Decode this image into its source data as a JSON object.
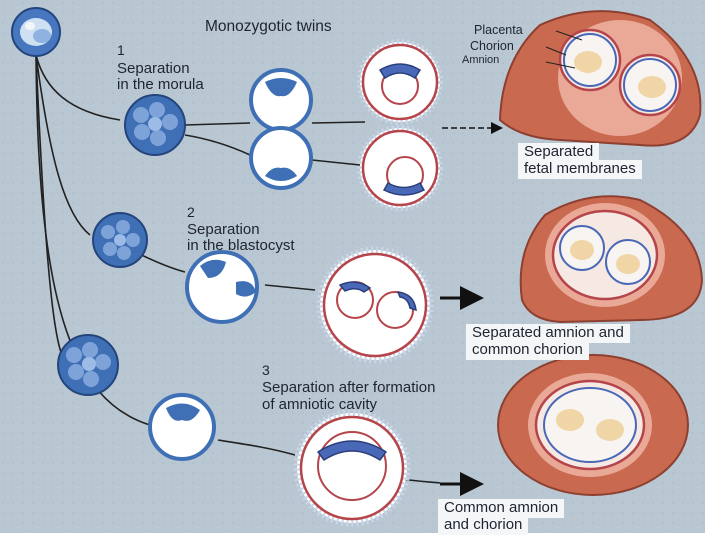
{
  "title": "Monozygotic twins",
  "membrane_labels": {
    "placenta": "Placenta",
    "chorion": "Chorion",
    "amnion": "Amnion"
  },
  "stages": [
    {
      "number": "1",
      "line1": "Separation",
      "line2": "in the morula",
      "result_line1": "Separated",
      "result_line2": "fetal membranes"
    },
    {
      "number": "2",
      "line1": "Separation",
      "line2": "in the blastocyst",
      "result_line1": "Separated amnion and",
      "result_line2": "common chorion"
    },
    {
      "number": "3",
      "line1": "Separation after formation",
      "line2": "of amniotic cavity",
      "result_line1": "Common amnion",
      "result_line2": "and chorion"
    }
  ],
  "colors": {
    "background": "#b9c7d3",
    "cell_blue": "#3f6fb5",
    "chorion_red": "#b5454a",
    "amnion_blue": "#4a68b8",
    "uterus": "#c96950",
    "fetus": "#f0d6a6"
  }
}
